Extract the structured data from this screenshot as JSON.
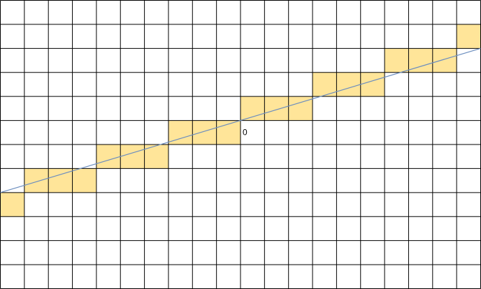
{
  "origin_label": "0",
  "grid": {
    "columns": 20,
    "rows": 12,
    "origin_column": 10,
    "origin_row": 5
  },
  "highlighted_cells": [
    [
      0,
      8
    ],
    [
      1,
      7
    ],
    [
      2,
      7
    ],
    [
      3,
      7
    ],
    [
      4,
      6
    ],
    [
      5,
      6
    ],
    [
      6,
      6
    ],
    [
      7,
      5
    ],
    [
      8,
      5
    ],
    [
      9,
      5
    ],
    [
      10,
      4
    ],
    [
      11,
      4
    ],
    [
      12,
      4
    ],
    [
      13,
      3
    ],
    [
      14,
      3
    ],
    [
      15,
      3
    ],
    [
      16,
      2
    ],
    [
      17,
      2
    ],
    [
      18,
      2
    ],
    [
      19,
      1
    ]
  ],
  "line": {
    "slope": 0.3,
    "x_range": [
      -10,
      10
    ]
  },
  "colors": {
    "grid_line": "#000000",
    "cell_fill": "#ffe599",
    "line": "#6c8ebf",
    "background": "#ffffff"
  }
}
